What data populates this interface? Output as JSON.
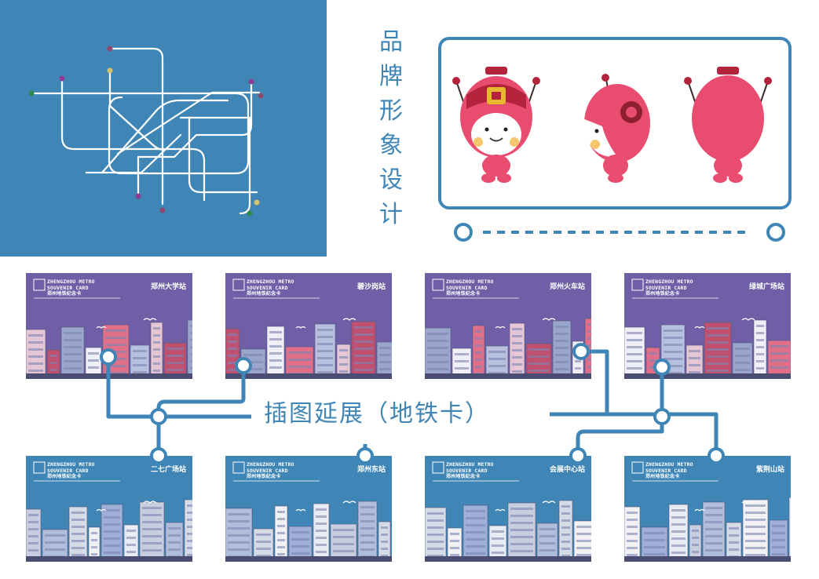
{
  "brand": {
    "title_chars": [
      "品",
      "牌",
      "形",
      "象",
      "设",
      "计"
    ]
  },
  "extension": {
    "title": "插图延展（地铁卡）"
  },
  "card_header": {
    "line1": "ZHENGZHOU METRO",
    "line2": "SOUVENIR CARD",
    "line3": "郑州地铁纪念卡"
  },
  "cards": [
    {
      "station": "郑州大学站",
      "theme": "purple"
    },
    {
      "station": "碧沙岗站",
      "theme": "purple"
    },
    {
      "station": "郑州火车站",
      "theme": "purple"
    },
    {
      "station": "绿城广场站",
      "theme": "purple"
    },
    {
      "station": "二七广场站",
      "theme": "blue"
    },
    {
      "station": "郑州东站",
      "theme": "blue"
    },
    {
      "station": "会展中心站",
      "theme": "blue"
    },
    {
      "station": "紫荆山站",
      "theme": "blue"
    }
  ],
  "colors": {
    "brand_blue": "#3f86b7",
    "purple_bg": "#6e5fa6",
    "blue_bg": "#3f86b7",
    "mascot_pink": "#e84c6e",
    "mascot_dark": "#b3243c",
    "gold": "#e8b82f"
  },
  "icons": {
    "metro_map": "metro-map-illustration",
    "mascot": "mascot-illustration"
  }
}
